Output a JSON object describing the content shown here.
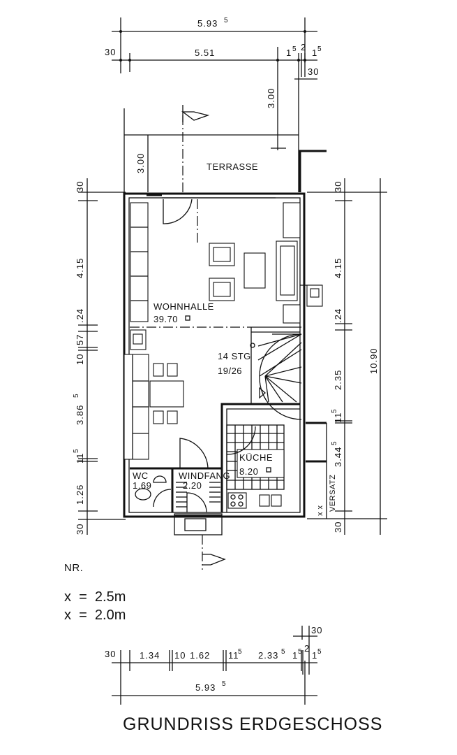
{
  "plan": {
    "title": "GRUNDRISS ERDGESCHOSS",
    "number_label": "NR.",
    "heights": [
      "x  =  2.5m",
      "x  =  2.0m"
    ],
    "rooms": {
      "terrace": "TERRASSE",
      "living": {
        "name": "WOHNHALLE",
        "area": "39.70"
      },
      "stairs": {
        "steps": "14 STG",
        "ratio": "19/26"
      },
      "kitchen": {
        "name": "KÜCHE",
        "area": "8.20"
      },
      "wc": {
        "name": "WC",
        "area": "1.69"
      },
      "vestibule": {
        "name": "WINDFANG",
        "area": "2.20"
      }
    },
    "offset_label": "VERSATZ",
    "offset_marks": "x  x"
  },
  "dimensions": {
    "top_total": {
      "main": "5.93",
      "sup": "5"
    },
    "top_chain": [
      "30",
      "5.51",
      "1",
      "5",
      "2",
      "1",
      "5",
      "30"
    ],
    "terrace_depth": "3.00",
    "terrace_depth_left": "3.00",
    "left_chain": [
      "30",
      "4.15",
      ".24",
      "57",
      "10",
      "3.86",
      "5",
      "11",
      "5",
      "1.26",
      "30"
    ],
    "right_chain": [
      "30",
      "4.15",
      ".24",
      "2.35",
      "11",
      "5",
      "3.44",
      "5",
      "30"
    ],
    "right_total": "10.90",
    "bottom_chain": [
      "30",
      "1.34",
      "10",
      "1.62",
      "11",
      "5",
      "2.33",
      "5",
      "1",
      "5",
      "2",
      "1",
      "5",
      "30"
    ],
    "bottom_total": {
      "main": "5.93",
      "sup": "5"
    }
  }
}
